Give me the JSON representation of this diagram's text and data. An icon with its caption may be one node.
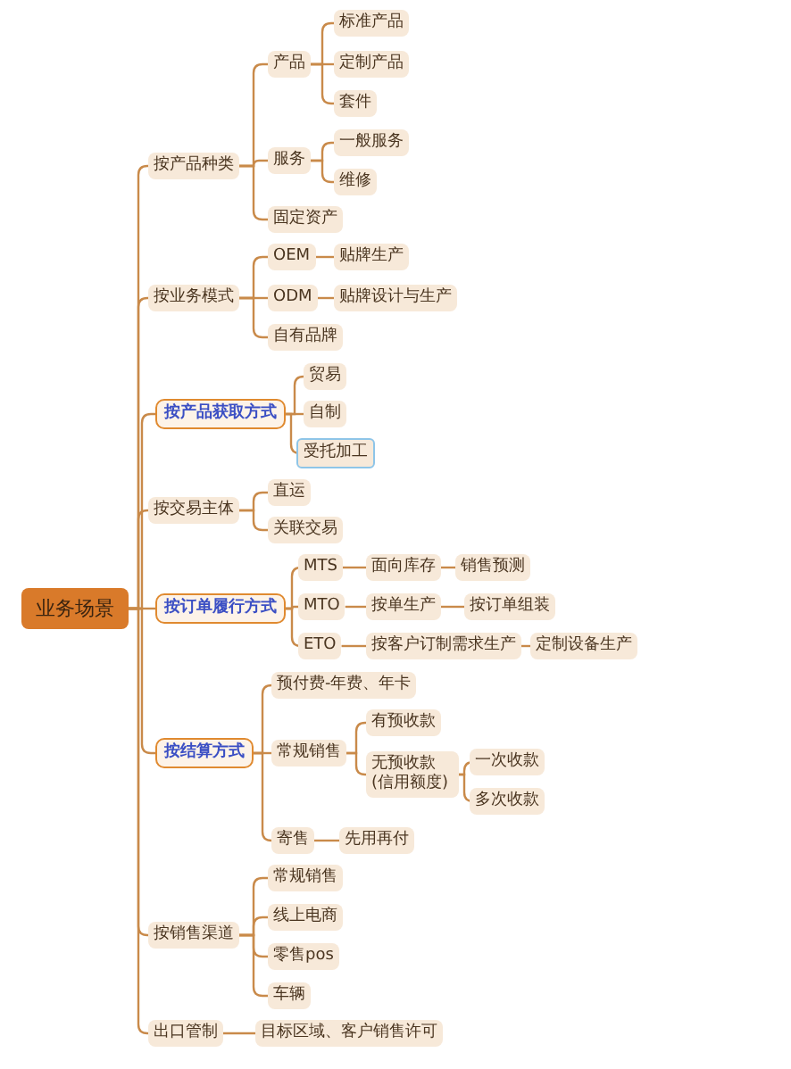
{
  "diagram": {
    "nodes": [
      {
        "text": [
          "业务场景"
        ]
      },
      {
        "text": [
          "按产品种类"
        ]
      },
      {
        "text": [
          "产品"
        ]
      },
      {
        "text": [
          "标准产品"
        ]
      },
      {
        "text": [
          "定制产品"
        ]
      },
      {
        "text": [
          "套件"
        ]
      },
      {
        "text": [
          "服务"
        ]
      },
      {
        "text": [
          "一般服务"
        ]
      },
      {
        "text": [
          "维修"
        ]
      },
      {
        "text": [
          "固定资产"
        ]
      },
      {
        "text": [
          "按业务模式"
        ]
      },
      {
        "text": [
          "OEM"
        ]
      },
      {
        "text": [
          "贴牌生产"
        ]
      },
      {
        "text": [
          "ODM"
        ]
      },
      {
        "text": [
          "贴牌设计与生产"
        ]
      },
      {
        "text": [
          "自有品牌"
        ]
      },
      {
        "text": [
          "按产品获取方式"
        ]
      },
      {
        "text": [
          "贸易"
        ]
      },
      {
        "text": [
          "自制"
        ]
      },
      {
        "text": [
          "受托加工"
        ]
      },
      {
        "text": [
          "按交易主体"
        ]
      },
      {
        "text": [
          "直运"
        ]
      },
      {
        "text": [
          "关联交易"
        ]
      },
      {
        "text": [
          "按订单履行方式"
        ]
      },
      {
        "text": [
          "MTS"
        ]
      },
      {
        "text": [
          "面向库存"
        ]
      },
      {
        "text": [
          "销售预测"
        ]
      },
      {
        "text": [
          "MTO"
        ]
      },
      {
        "text": [
          "按单生产"
        ]
      },
      {
        "text": [
          "按订单组装"
        ]
      },
      {
        "text": [
          "ETO"
        ]
      },
      {
        "text": [
          "按客户订制需求生产"
        ]
      },
      {
        "text": [
          "定制设备生产"
        ]
      },
      {
        "text": [
          "按结算方式"
        ]
      },
      {
        "text": [
          "预付费-年费、年卡"
        ]
      },
      {
        "text": [
          "常规销售"
        ]
      },
      {
        "text": [
          "有预收款"
        ]
      },
      {
        "text": [
          "无预收款(信用额度)"
        ]
      },
      {
        "text": [
          "一次收款"
        ]
      },
      {
        "text": [
          "多次收款"
        ]
      },
      {
        "text": [
          "寄售"
        ]
      },
      {
        "text": [
          "先用再付"
        ]
      },
      {
        "text": [
          "按销售渠道"
        ]
      },
      {
        "text": [
          "常规销售"
        ]
      },
      {
        "text": [
          "线上电商"
        ]
      },
      {
        "text": [
          "零售pos"
        ]
      },
      {
        "text": [
          "车辆"
        ]
      },
      {
        "text": [
          "出口管制"
        ]
      },
      {
        "text": [
          "目标区域、客户销售许可"
        ]
      }
    ],
    "edges": [
      {
        "from": 0,
        "to": 1,
        "arrow": "none"
      },
      {
        "from": 1,
        "to": 2,
        "arrow": "none"
      },
      {
        "from": 2,
        "to": 3,
        "arrow": "none"
      },
      {
        "from": 2,
        "to": 4,
        "arrow": "none"
      },
      {
        "from": 2,
        "to": 5,
        "arrow": "none"
      },
      {
        "from": 1,
        "to": 6,
        "arrow": "none"
      },
      {
        "from": 6,
        "to": 7,
        "arrow": "none"
      },
      {
        "from": 6,
        "to": 8,
        "arrow": "none"
      },
      {
        "from": 1,
        "to": 9,
        "arrow": "none"
      },
      {
        "from": 0,
        "to": 10,
        "arrow": "none"
      },
      {
        "from": 10,
        "to": 11,
        "arrow": "none"
      },
      {
        "from": 11,
        "to": 12,
        "arrow": "none"
      },
      {
        "from": 10,
        "to": 13,
        "arrow": "none"
      },
      {
        "from": 13,
        "to": 14,
        "arrow": "none"
      },
      {
        "from": 10,
        "to": 15,
        "arrow": "none"
      },
      {
        "from": 0,
        "to": 16,
        "arrow": "none"
      },
      {
        "from": 16,
        "to": 17,
        "arrow": "none"
      },
      {
        "from": 16,
        "to": 18,
        "arrow": "none"
      },
      {
        "from": 16,
        "to": 19,
        "arrow": "none"
      },
      {
        "from": 0,
        "to": 20,
        "arrow": "none"
      },
      {
        "from": 20,
        "to": 21,
        "arrow": "none"
      },
      {
        "from": 20,
        "to": 22,
        "arrow": "none"
      },
      {
        "from": 0,
        "to": 23,
        "arrow": "none"
      },
      {
        "from": 23,
        "to": 24,
        "arrow": "none"
      },
      {
        "from": 24,
        "to": 25,
        "arrow": "none"
      },
      {
        "from": 25,
        "to": 26,
        "arrow": "none"
      },
      {
        "from": 23,
        "to": 27,
        "arrow": "none"
      },
      {
        "from": 27,
        "to": 28,
        "arrow": "none"
      },
      {
        "from": 28,
        "to": 29,
        "arrow": "none"
      },
      {
        "from": 23,
        "to": 30,
        "arrow": "none"
      },
      {
        "from": 30,
        "to": 31,
        "arrow": "none"
      },
      {
        "from": 31,
        "to": 32,
        "arrow": "none"
      },
      {
        "from": 0,
        "to": 33,
        "arrow": "none"
      },
      {
        "from": 33,
        "to": 34,
        "arrow": "none"
      },
      {
        "from": 33,
        "to": 35,
        "arrow": "none"
      },
      {
        "from": 35,
        "to": 36,
        "arrow": "none"
      },
      {
        "from": 35,
        "to": 37,
        "arrow": "none"
      },
      {
        "from": 37,
        "to": 38,
        "arrow": "none"
      },
      {
        "from": 37,
        "to": 39,
        "arrow": "none"
      },
      {
        "from": 33,
        "to": 40,
        "arrow": "none"
      },
      {
        "from": 40,
        "to": 41,
        "arrow": "none"
      },
      {
        "from": 0,
        "to": 42,
        "arrow": "none"
      },
      {
        "from": 42,
        "to": 43,
        "arrow": "none"
      },
      {
        "from": 42,
        "to": 44,
        "arrow": "none"
      },
      {
        "from": 42,
        "to": 45,
        "arrow": "none"
      },
      {
        "from": 42,
        "to": 46,
        "arrow": "none"
      },
      {
        "from": 0,
        "to": 47,
        "arrow": "none"
      },
      {
        "from": 47,
        "to": 48,
        "arrow": "none"
      }
    ]
  }
}
